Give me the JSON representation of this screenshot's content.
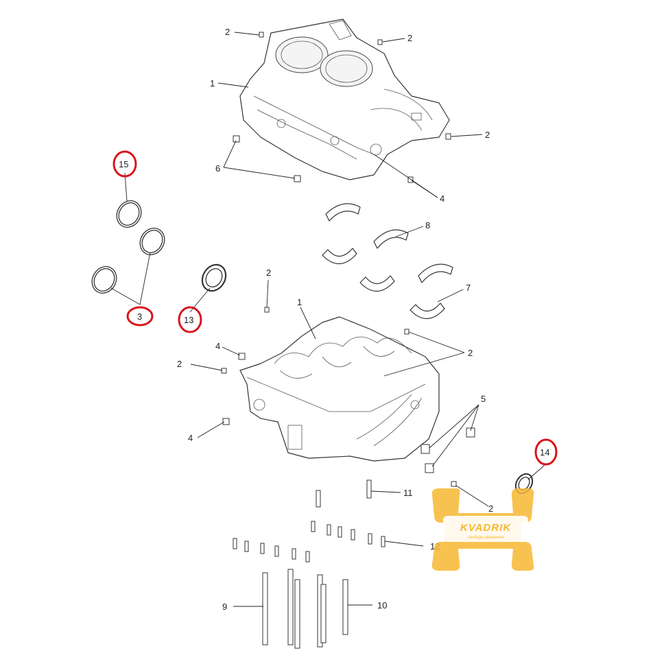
{
  "callouts": [
    {
      "id": "c2a",
      "label": "2"
    },
    {
      "id": "c2b",
      "label": "2"
    },
    {
      "id": "c1a",
      "label": "1"
    },
    {
      "id": "c2c",
      "label": "2"
    },
    {
      "id": "c6",
      "label": "6"
    },
    {
      "id": "c4a",
      "label": "4"
    },
    {
      "id": "c15",
      "label": "15"
    },
    {
      "id": "c8",
      "label": "8"
    },
    {
      "id": "c3",
      "label": "3"
    },
    {
      "id": "c13",
      "label": "13"
    },
    {
      "id": "c2d",
      "label": "2"
    },
    {
      "id": "c1b",
      "label": "1"
    },
    {
      "id": "c7",
      "label": "7"
    },
    {
      "id": "c4b",
      "label": "4"
    },
    {
      "id": "c2e",
      "label": "2"
    },
    {
      "id": "c2f",
      "label": "2"
    },
    {
      "id": "c5",
      "label": "5"
    },
    {
      "id": "c4c",
      "label": "4"
    },
    {
      "id": "c14",
      "label": "14"
    },
    {
      "id": "c11",
      "label": "11"
    },
    {
      "id": "c2g",
      "label": "2"
    },
    {
      "id": "c12",
      "label": "12"
    },
    {
      "id": "c9",
      "label": "9"
    },
    {
      "id": "c10",
      "label": "10"
    }
  ],
  "logo": {
    "name": "KVADRIK",
    "tagline": "свобода движения",
    "color": "#f7b731"
  },
  "highlight_color": "#d9141b"
}
